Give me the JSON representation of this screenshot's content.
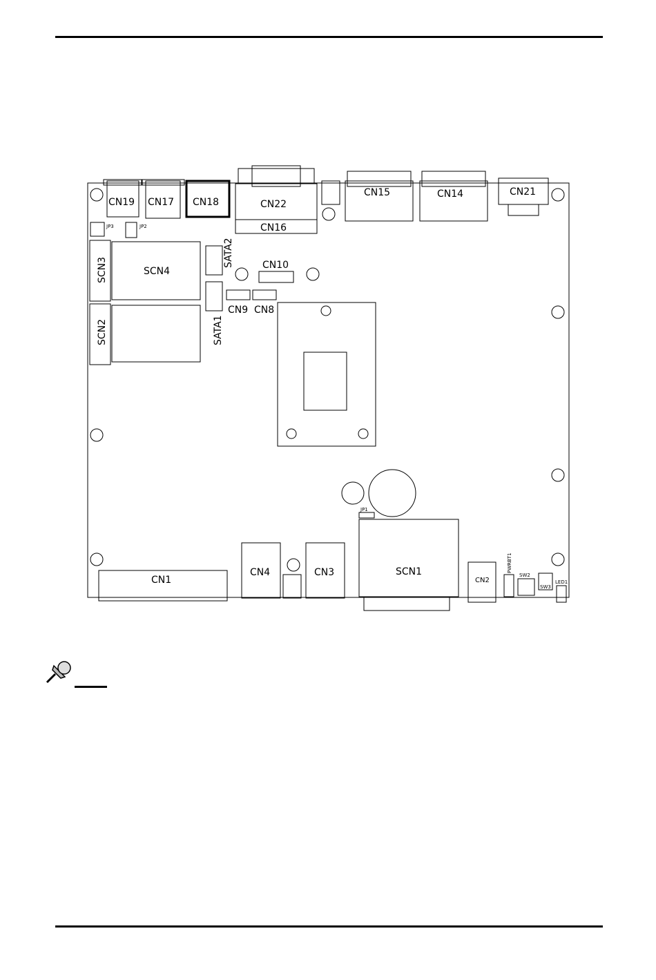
{
  "labels": {
    "cn19": "CN19",
    "cn17": "CN17",
    "cn18": "CN18",
    "cn22": "CN22",
    "cn16": "CN16",
    "cn15": "CN15",
    "cn14": "CN14",
    "cn21": "CN21",
    "cn10": "CN10",
    "cn9": "CN9",
    "cn8": "CN8",
    "sata1": "SATA1",
    "sata2": "SATA2",
    "scn1": "SCN1",
    "scn2": "SCN2",
    "scn3": "SCN3",
    "scn4": "SCN4",
    "cn1": "CN1",
    "cn2": "CN2",
    "cn3": "CN3",
    "cn4": "CN4",
    "jp1": "JP1",
    "jp2": "JP2",
    "jp3": "JP3",
    "pwrbt1": "PWRBT1",
    "sw2": "SW2",
    "sw3": "SW3",
    "led1": "LED1"
  },
  "icons": {
    "note": "pushpin-note-icon"
  }
}
